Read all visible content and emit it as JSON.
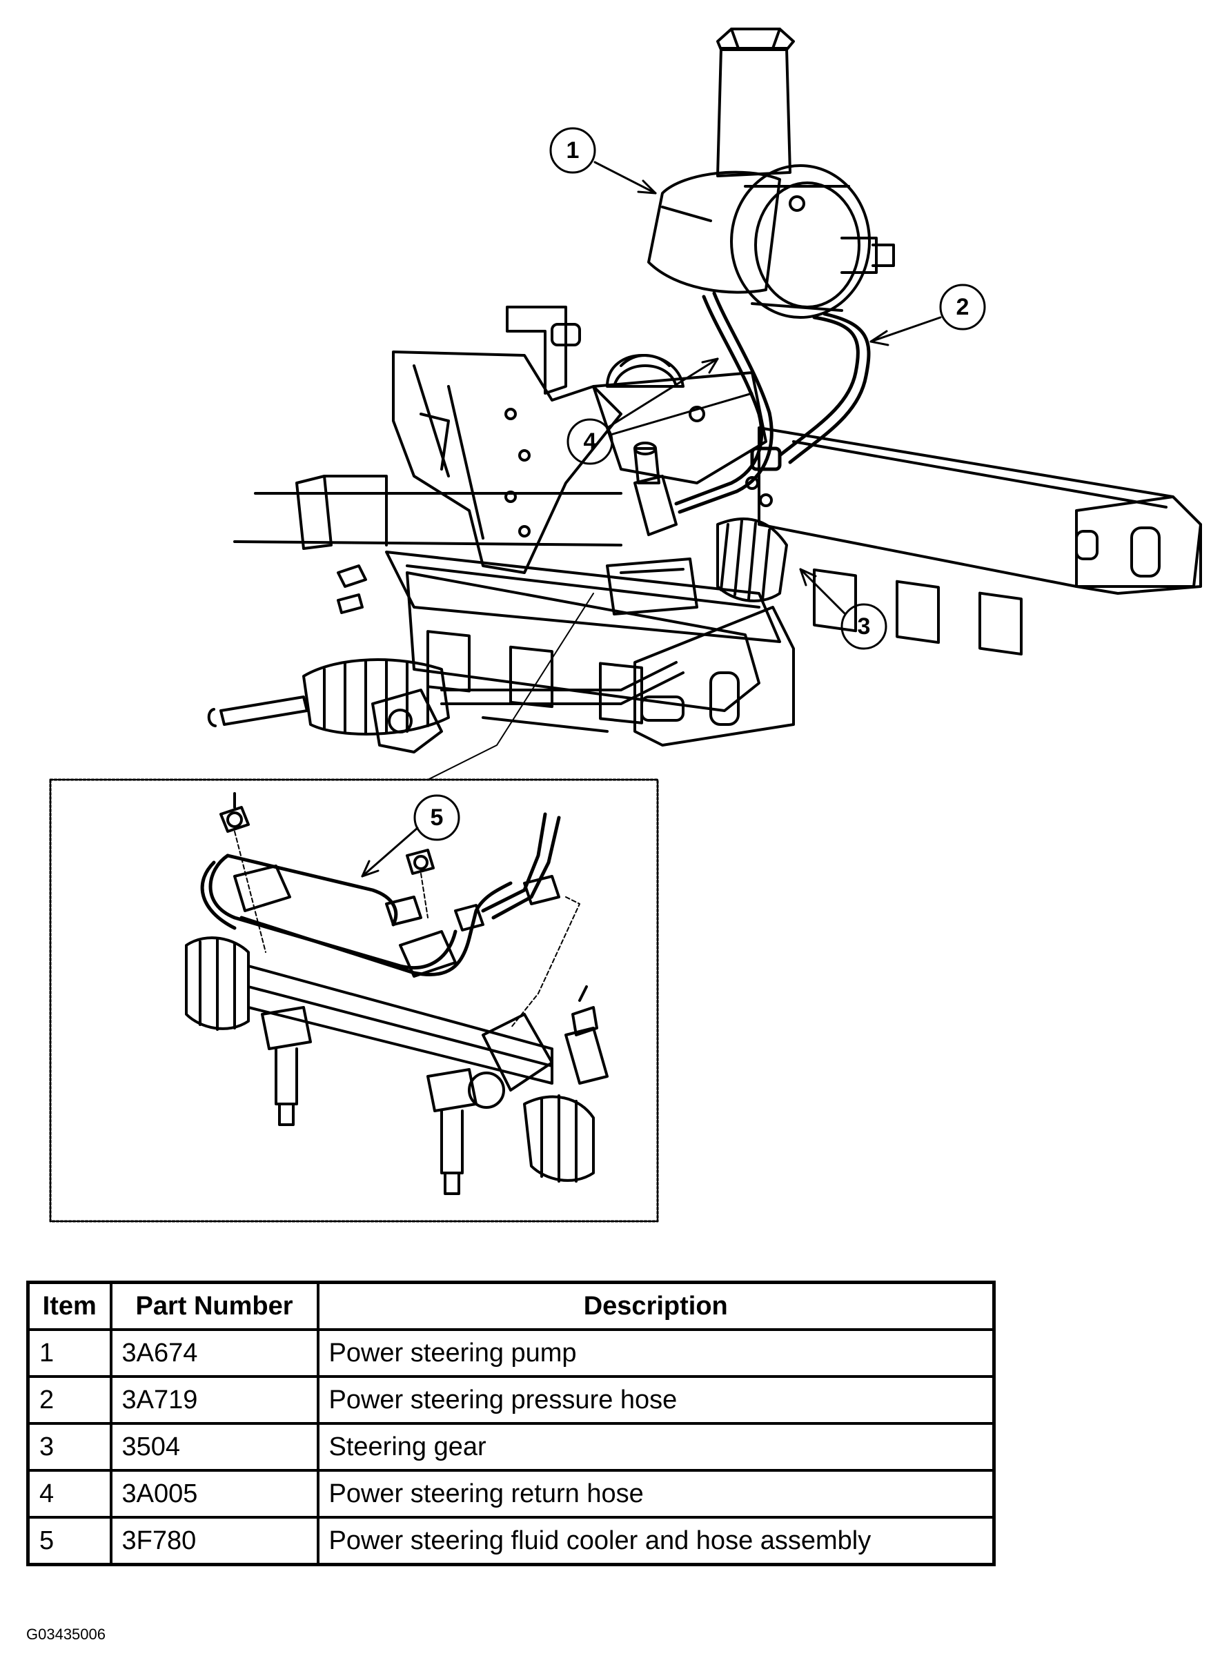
{
  "callouts": [
    "1",
    "2",
    "3",
    "4",
    "5"
  ],
  "table": {
    "headers": [
      "Item",
      "Part Number",
      "Description"
    ],
    "rows": [
      {
        "item": "1",
        "part_number": "3A674",
        "description": "Power steering pump"
      },
      {
        "item": "2",
        "part_number": "3A719",
        "description": "Power steering pressure hose"
      },
      {
        "item": "3",
        "part_number": "3504",
        "description": "Steering gear"
      },
      {
        "item": "4",
        "part_number": "3A005",
        "description": "Power steering return hose"
      },
      {
        "item": "5",
        "part_number": "3F780",
        "description": "Power steering fluid cooler and hose assembly"
      }
    ]
  },
  "figure_id": "G03435006"
}
